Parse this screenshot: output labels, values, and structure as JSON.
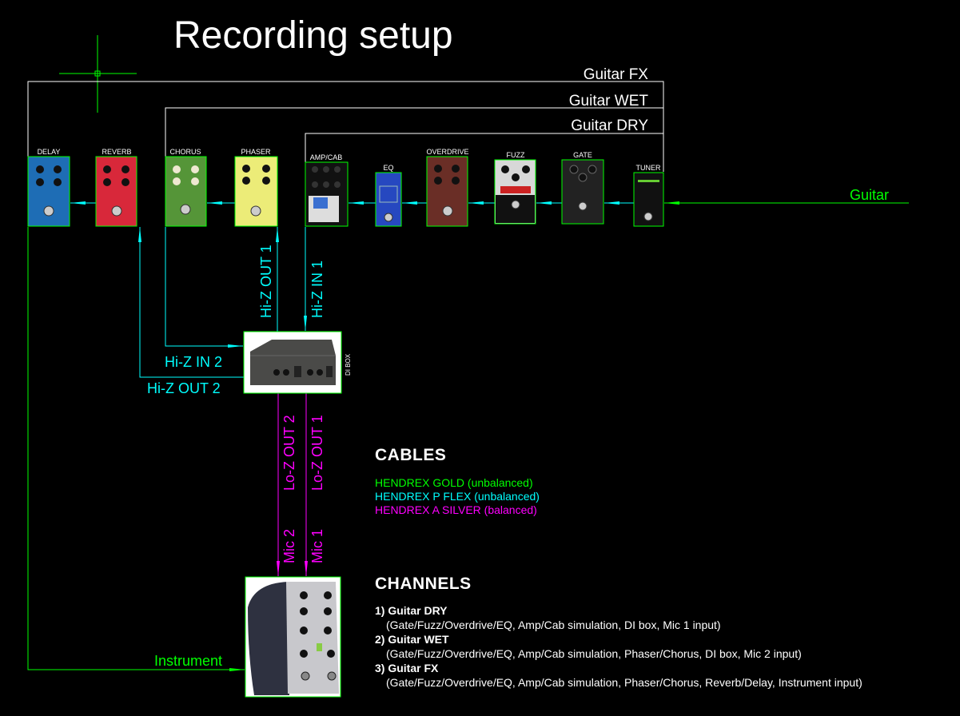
{
  "title": "Recording setup",
  "colors": {
    "gold": "#00ff00",
    "pflex": "#00ffff",
    "silver": "#ff00ff",
    "line": "#ffffff",
    "background": "#000000"
  },
  "buses": {
    "fx": "Guitar FX",
    "wet": "Guitar WET",
    "dry": "Guitar DRY"
  },
  "input_label": "Guitar",
  "pedals": {
    "delay": "DELAY",
    "reverb": "REVERB",
    "chorus": "CHORUS",
    "phaser": "PHASER",
    "ampcab": "AMP/CAB",
    "eq": "EQ",
    "overdrive": "OVERDRIVE",
    "fuzz": "FUZZ",
    "gate": "GATE",
    "tuner": "TUNER"
  },
  "di_box_label": "DI BOX",
  "connections": {
    "hiz_out1": "Hi-Z OUT 1",
    "hiz_in1": "Hi-Z IN 1",
    "hiz_in2": "Hi-Z IN 2",
    "hiz_out2": "Hi-Z OUT 2",
    "loz_out2": "Lo-Z OUT 2",
    "loz_out1": "Lo-Z OUT 1",
    "mic2": "Mic 2",
    "mic1": "Mic 1",
    "instrument": "Instrument"
  },
  "cables": {
    "heading": "CABLES",
    "items": [
      {
        "label": "HENDREX GOLD (unbalanced)",
        "color": "#00ff00"
      },
      {
        "label": "HENDREX P FLEX (unbalanced)",
        "color": "#00ffff"
      },
      {
        "label": "HENDREX A SILVER (balanced)",
        "color": "#ff00ff"
      }
    ]
  },
  "channels": {
    "heading": "CHANNELS",
    "items": [
      {
        "name": "1) Guitar DRY",
        "detail": "(Gate/Fuzz/Overdrive/EQ, Amp/Cab simulation, DI box, Mic 1 input)"
      },
      {
        "name": "2) Guitar WET",
        "detail": "(Gate/Fuzz/Overdrive/EQ, Amp/Cab simulation, Phaser/Chorus, DI box, Mic 2 input)"
      },
      {
        "name": "3) Guitar FX",
        "detail": "(Gate/Fuzz/Overdrive/EQ, Amp/Cab simulation, Phaser/Chorus, Reverb/Delay, Instrument input)"
      }
    ]
  }
}
